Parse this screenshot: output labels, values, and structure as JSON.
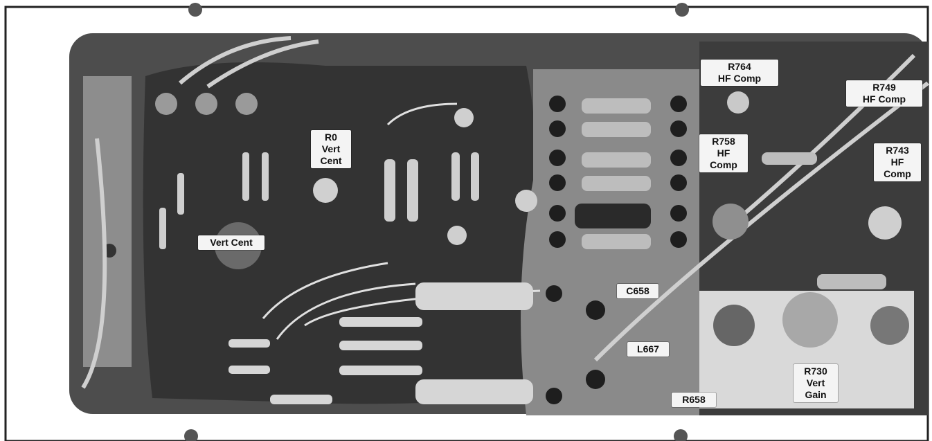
{
  "labels": {
    "r764": "R764\nHF Comp",
    "r749": "R749\nHF Comp",
    "r758": "R758\nHF\nComp",
    "r743": "R743\nHF\nComp",
    "r0": "R0\nVert\nCent",
    "vert_cent": "Vert Cent",
    "c658": "C658",
    "l667": "L667",
    "r658": "R658",
    "r730": "R730\nVert\nGain"
  },
  "colors": {
    "page": "#ffffff",
    "frame": "#9b9b9b",
    "board": "#4a4a4a",
    "board_dark": "#2b2b2b",
    "label_bg": "#f4f4f4"
  }
}
